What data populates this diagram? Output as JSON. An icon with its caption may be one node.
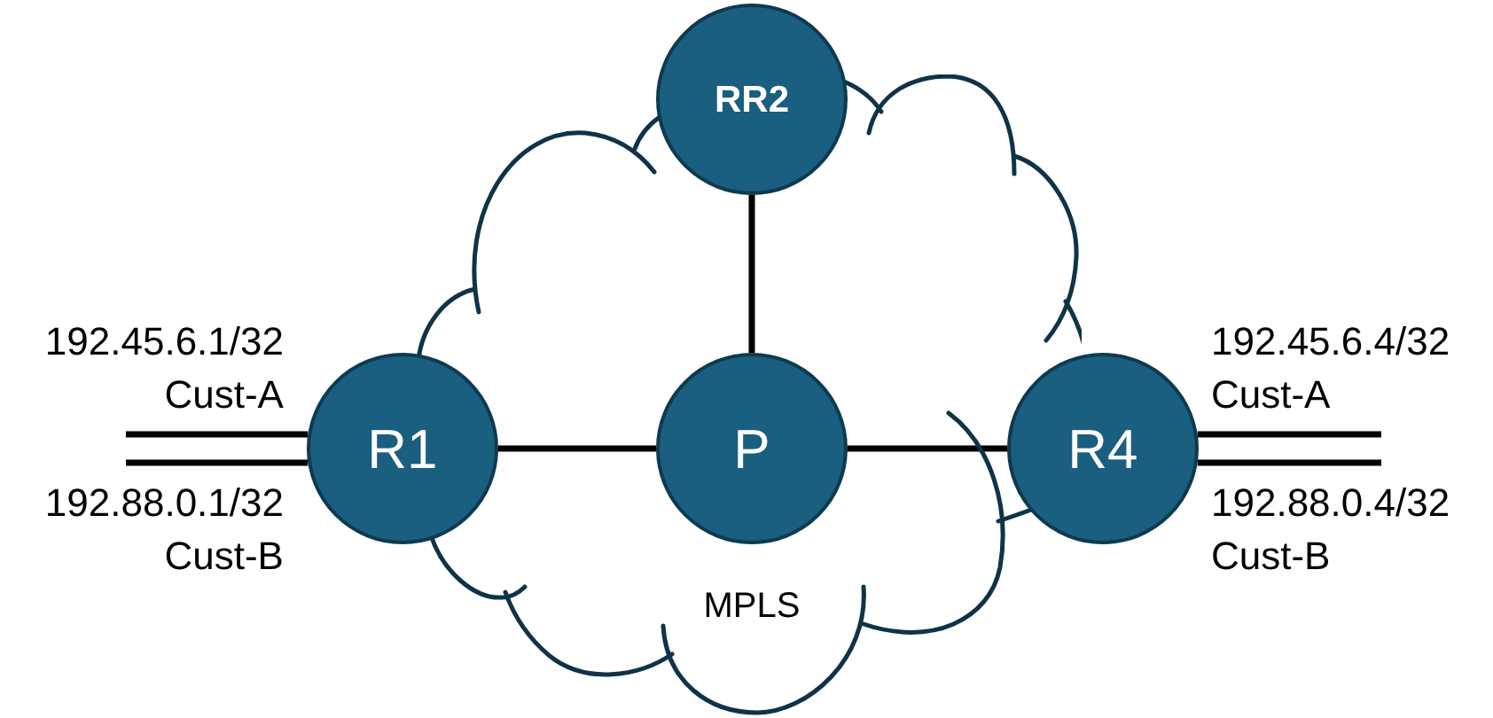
{
  "diagram": {
    "nodes": [
      {
        "text": [
          "MPLS"
        ]
      },
      {
        "text": [
          "RR2"
        ]
      },
      {
        "text": [
          "R1"
        ]
      },
      {
        "text": [
          "P"
        ],
        "in": 0
      },
      {
        "text": [
          "R4"
        ]
      }
    ],
    "edges": [
      {
        "from": 1,
        "to": 3,
        "arrow": "none"
      },
      {
        "from": 2,
        "to": 3,
        "arrow": "none"
      },
      {
        "from": 3,
        "to": 4,
        "arrow": "none"
      },
      {
        "from": 2,
        "to": null,
        "arrow": "none",
        "label": "192.45.6.1/32 Cust-A"
      },
      {
        "from": 2,
        "to": null,
        "arrow": "none",
        "label": "192.88.0.1/32 Cust-B"
      },
      {
        "from": 4,
        "to": null,
        "arrow": "none",
        "label": "192.45.6.4/32 Cust-A"
      },
      {
        "from": 4,
        "to": null,
        "arrow": "none",
        "label": "192.88.0.4/32 Cust-B"
      }
    ]
  }
}
